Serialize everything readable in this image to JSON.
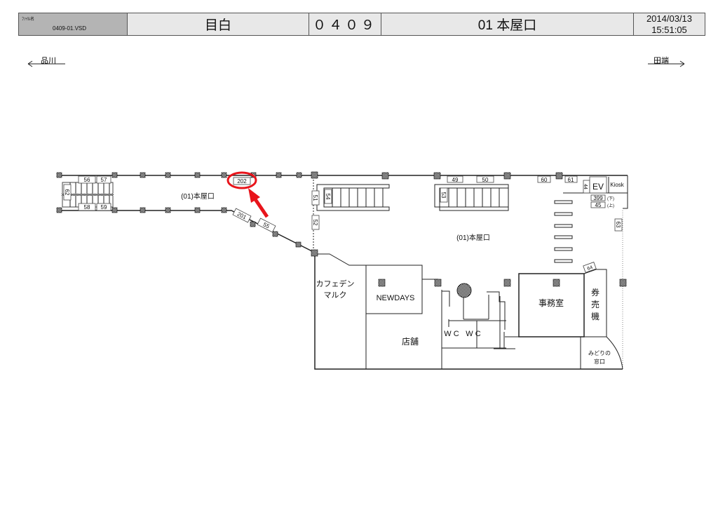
{
  "header": {
    "file_label": "ﾌｧｲﾙ名",
    "file_name": "0409-01.VSD",
    "station": "目白",
    "code": "０４０９",
    "entrance": "01 本屋口",
    "date": "2014/03/13",
    "time": "15:51:05"
  },
  "directions": {
    "left": "品川",
    "right": "田端"
  },
  "areas": {
    "concourse_left": "(01)本屋口",
    "concourse_right": "(01)本屋口",
    "cafe_line1": "カフェデン",
    "cafe_line2": "マルク",
    "newdays": "NEWDAYS",
    "shop": "店舗",
    "wc1": "W C",
    "wc2": "W C",
    "office": "事務室",
    "ticket1": "券",
    "ticket2": "売",
    "ticket3": "機",
    "midori1": "みどりの",
    "midori2": "窓口",
    "ev": "EV",
    "kiosk": "Kiosk",
    "down": "(下)",
    "up": "(上)"
  },
  "booths": {
    "b56": "56",
    "b57": "57",
    "b58": "58",
    "b59": "59",
    "b62": "62",
    "b202": "202",
    "b201": "201",
    "b55": "55",
    "b51": "51",
    "b52": "52",
    "b54": "54",
    "b53": "53",
    "b49": "49",
    "b50": "50",
    "b60": "60",
    "b61": "61",
    "b44": "44",
    "b399": "399",
    "b45": "45",
    "b63": "63",
    "b64": "64"
  },
  "highlight": {
    "target": "202",
    "color": "#e8141b"
  }
}
